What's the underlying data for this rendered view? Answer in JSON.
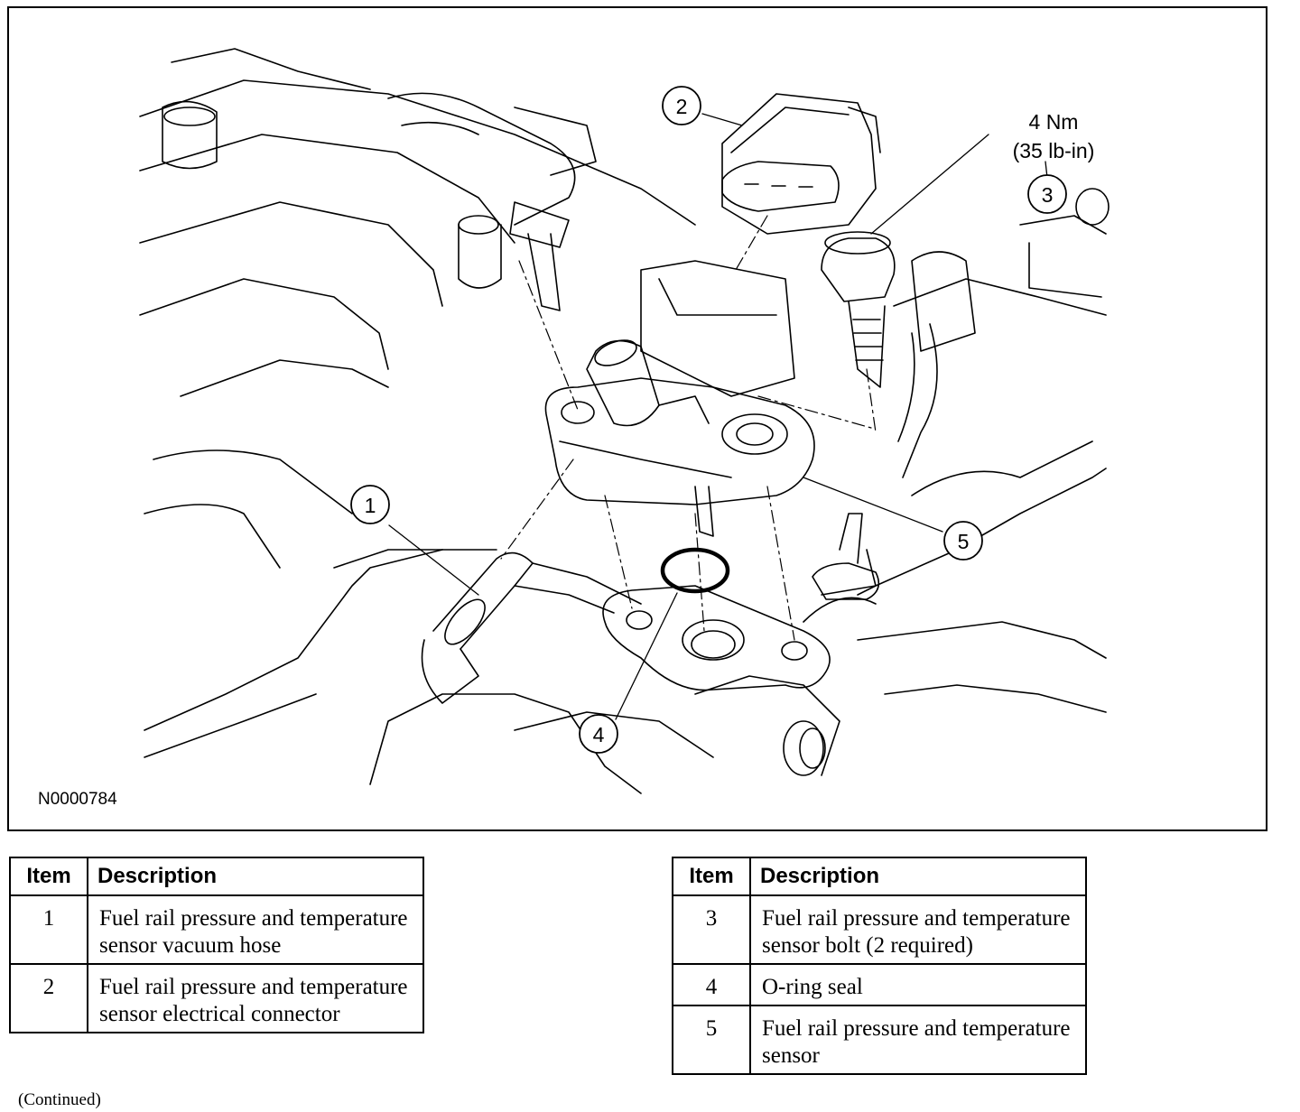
{
  "figure": {
    "id": "N0000784",
    "torque_value": "4 Nm",
    "torque_imperial": "(35 lb-in)",
    "callouts": [
      "1",
      "2",
      "3",
      "4",
      "5"
    ]
  },
  "legend_left": {
    "header_item": "Item",
    "header_description": "Description",
    "rows": [
      {
        "item": "1",
        "description": "Fuel rail pressure and temperature sensor vacuum hose"
      },
      {
        "item": "2",
        "description": "Fuel rail pressure and temperature sensor electrical connector"
      }
    ]
  },
  "legend_right": {
    "header_item": "Item",
    "header_description": "Description",
    "rows": [
      {
        "item": "3",
        "description": "Fuel rail pressure and temperature sensor bolt (2 required)"
      },
      {
        "item": "4",
        "description": "O-ring seal"
      },
      {
        "item": "5",
        "description": "Fuel rail pressure and temperature sensor"
      }
    ]
  },
  "footer": {
    "continued": "(Continued)"
  }
}
